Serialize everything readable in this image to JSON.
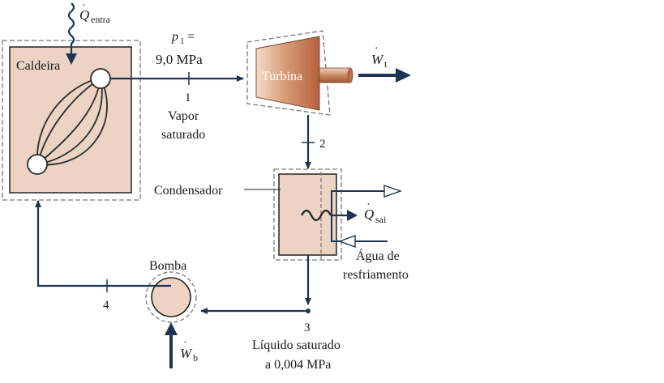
{
  "boiler": {
    "label": "Caldeira",
    "heat_in_symbol": "Q",
    "heat_in_sub": "entra"
  },
  "turbine": {
    "label": "Turbina",
    "work_symbol": "W",
    "work_sub": "t"
  },
  "state1": {
    "pressure_symbol": "p",
    "pressure_sub": "1",
    "pressure_eq": "=",
    "pressure_value": "9,0 MPa",
    "number": "1",
    "desc_line1": "Vapor",
    "desc_line2": "saturado"
  },
  "state2": {
    "number": "2"
  },
  "condenser": {
    "label": "Condensador",
    "heat_out_symbol": "Q",
    "heat_out_sub": "sai",
    "cooling_line1": "Água de",
    "cooling_line2": "resfriamento"
  },
  "state3": {
    "number": "3",
    "desc_line1": "Líquido saturado",
    "desc_line2": "a 0,004 MPa"
  },
  "pump": {
    "label": "Bomba",
    "work_symbol": "W",
    "work_sub": "b"
  },
  "state4": {
    "number": "4"
  },
  "colors": {
    "component_fill": "#ecd3c4",
    "turbine_light": "#f2d6c4",
    "turbine_dark": "#b86a44",
    "line": "#1e3455",
    "dash": "#7a7a7a"
  }
}
